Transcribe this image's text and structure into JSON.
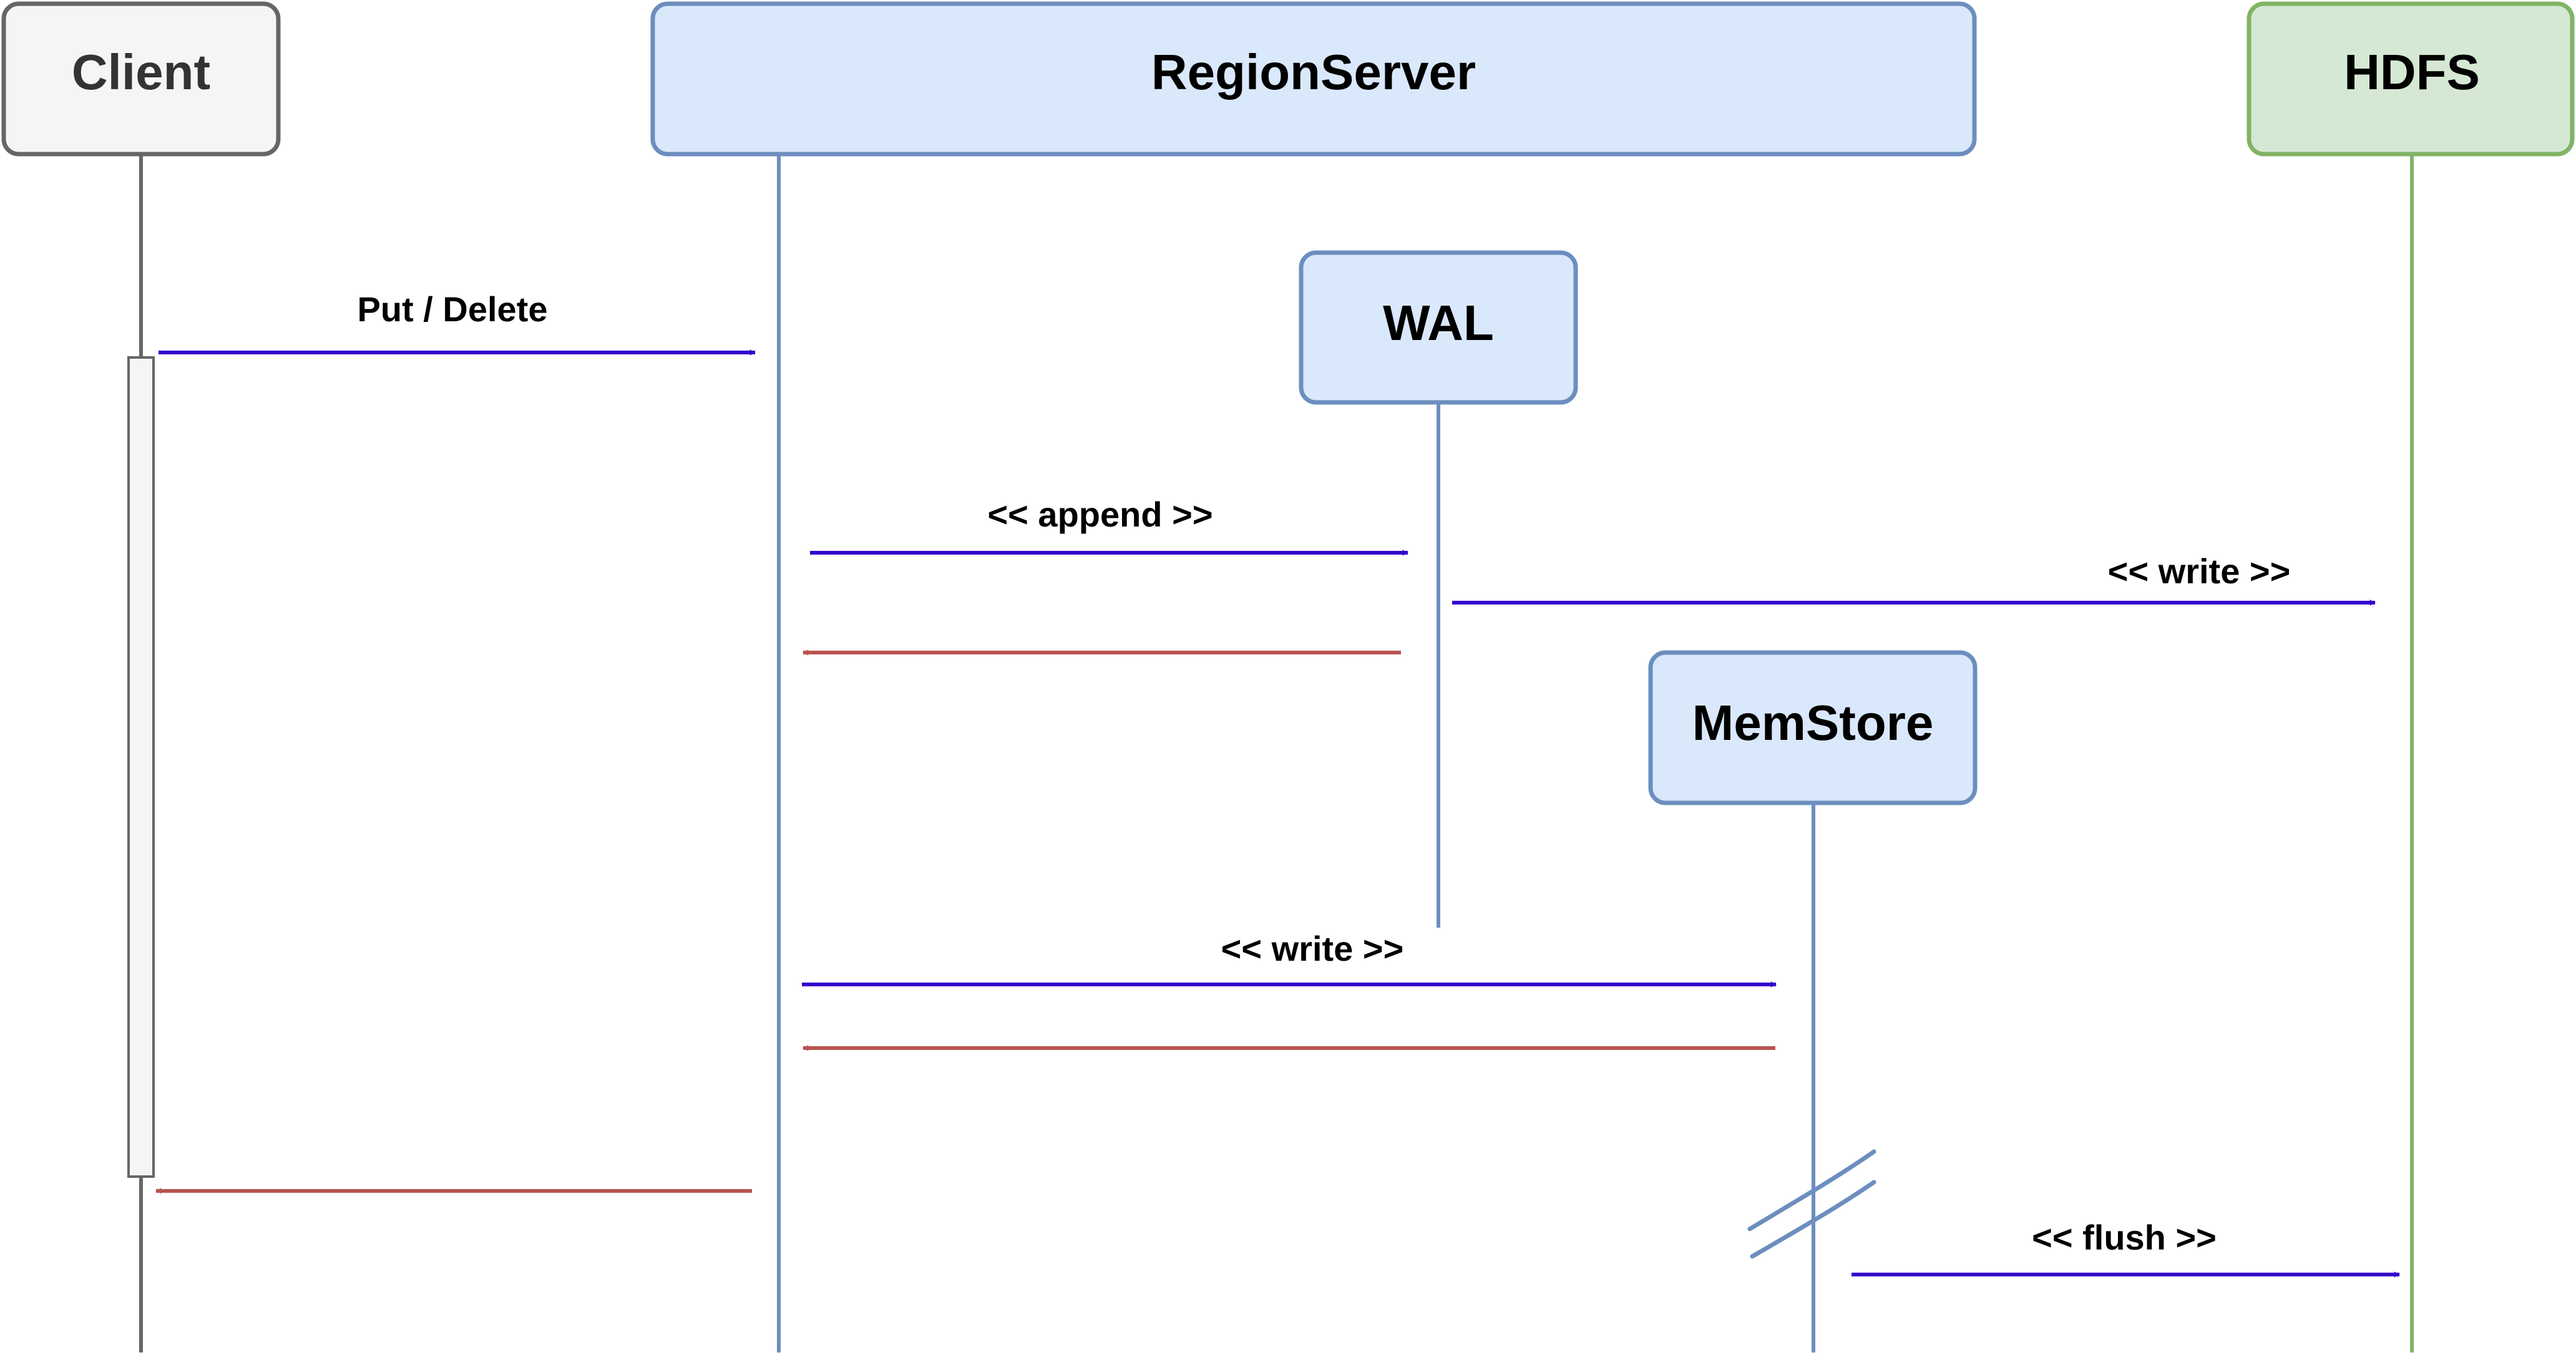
{
  "participants": {
    "client": {
      "label": "Client"
    },
    "region_server": {
      "label": "RegionServer"
    },
    "hdfs": {
      "label": "HDFS"
    },
    "wal": {
      "label": "WAL"
    },
    "memstore": {
      "label": "MemStore"
    }
  },
  "messages": {
    "put_delete": {
      "label": "Put / Delete"
    },
    "append": {
      "label": "<< append >>"
    },
    "wal_write": {
      "label": "<< write >>"
    },
    "memstore_write": {
      "label": "<< write >>"
    },
    "flush": {
      "label": "<< flush >>"
    }
  },
  "colors": {
    "request_arrow": "#3300CC",
    "return_arrow": "#B85450",
    "client_stroke": "#666666",
    "client_fill": "#F5F5F5",
    "blue_stroke": "#6C8EBF",
    "blue_fill": "#DAE8FC",
    "green_stroke": "#82B366",
    "green_fill": "#D5E8D4"
  }
}
